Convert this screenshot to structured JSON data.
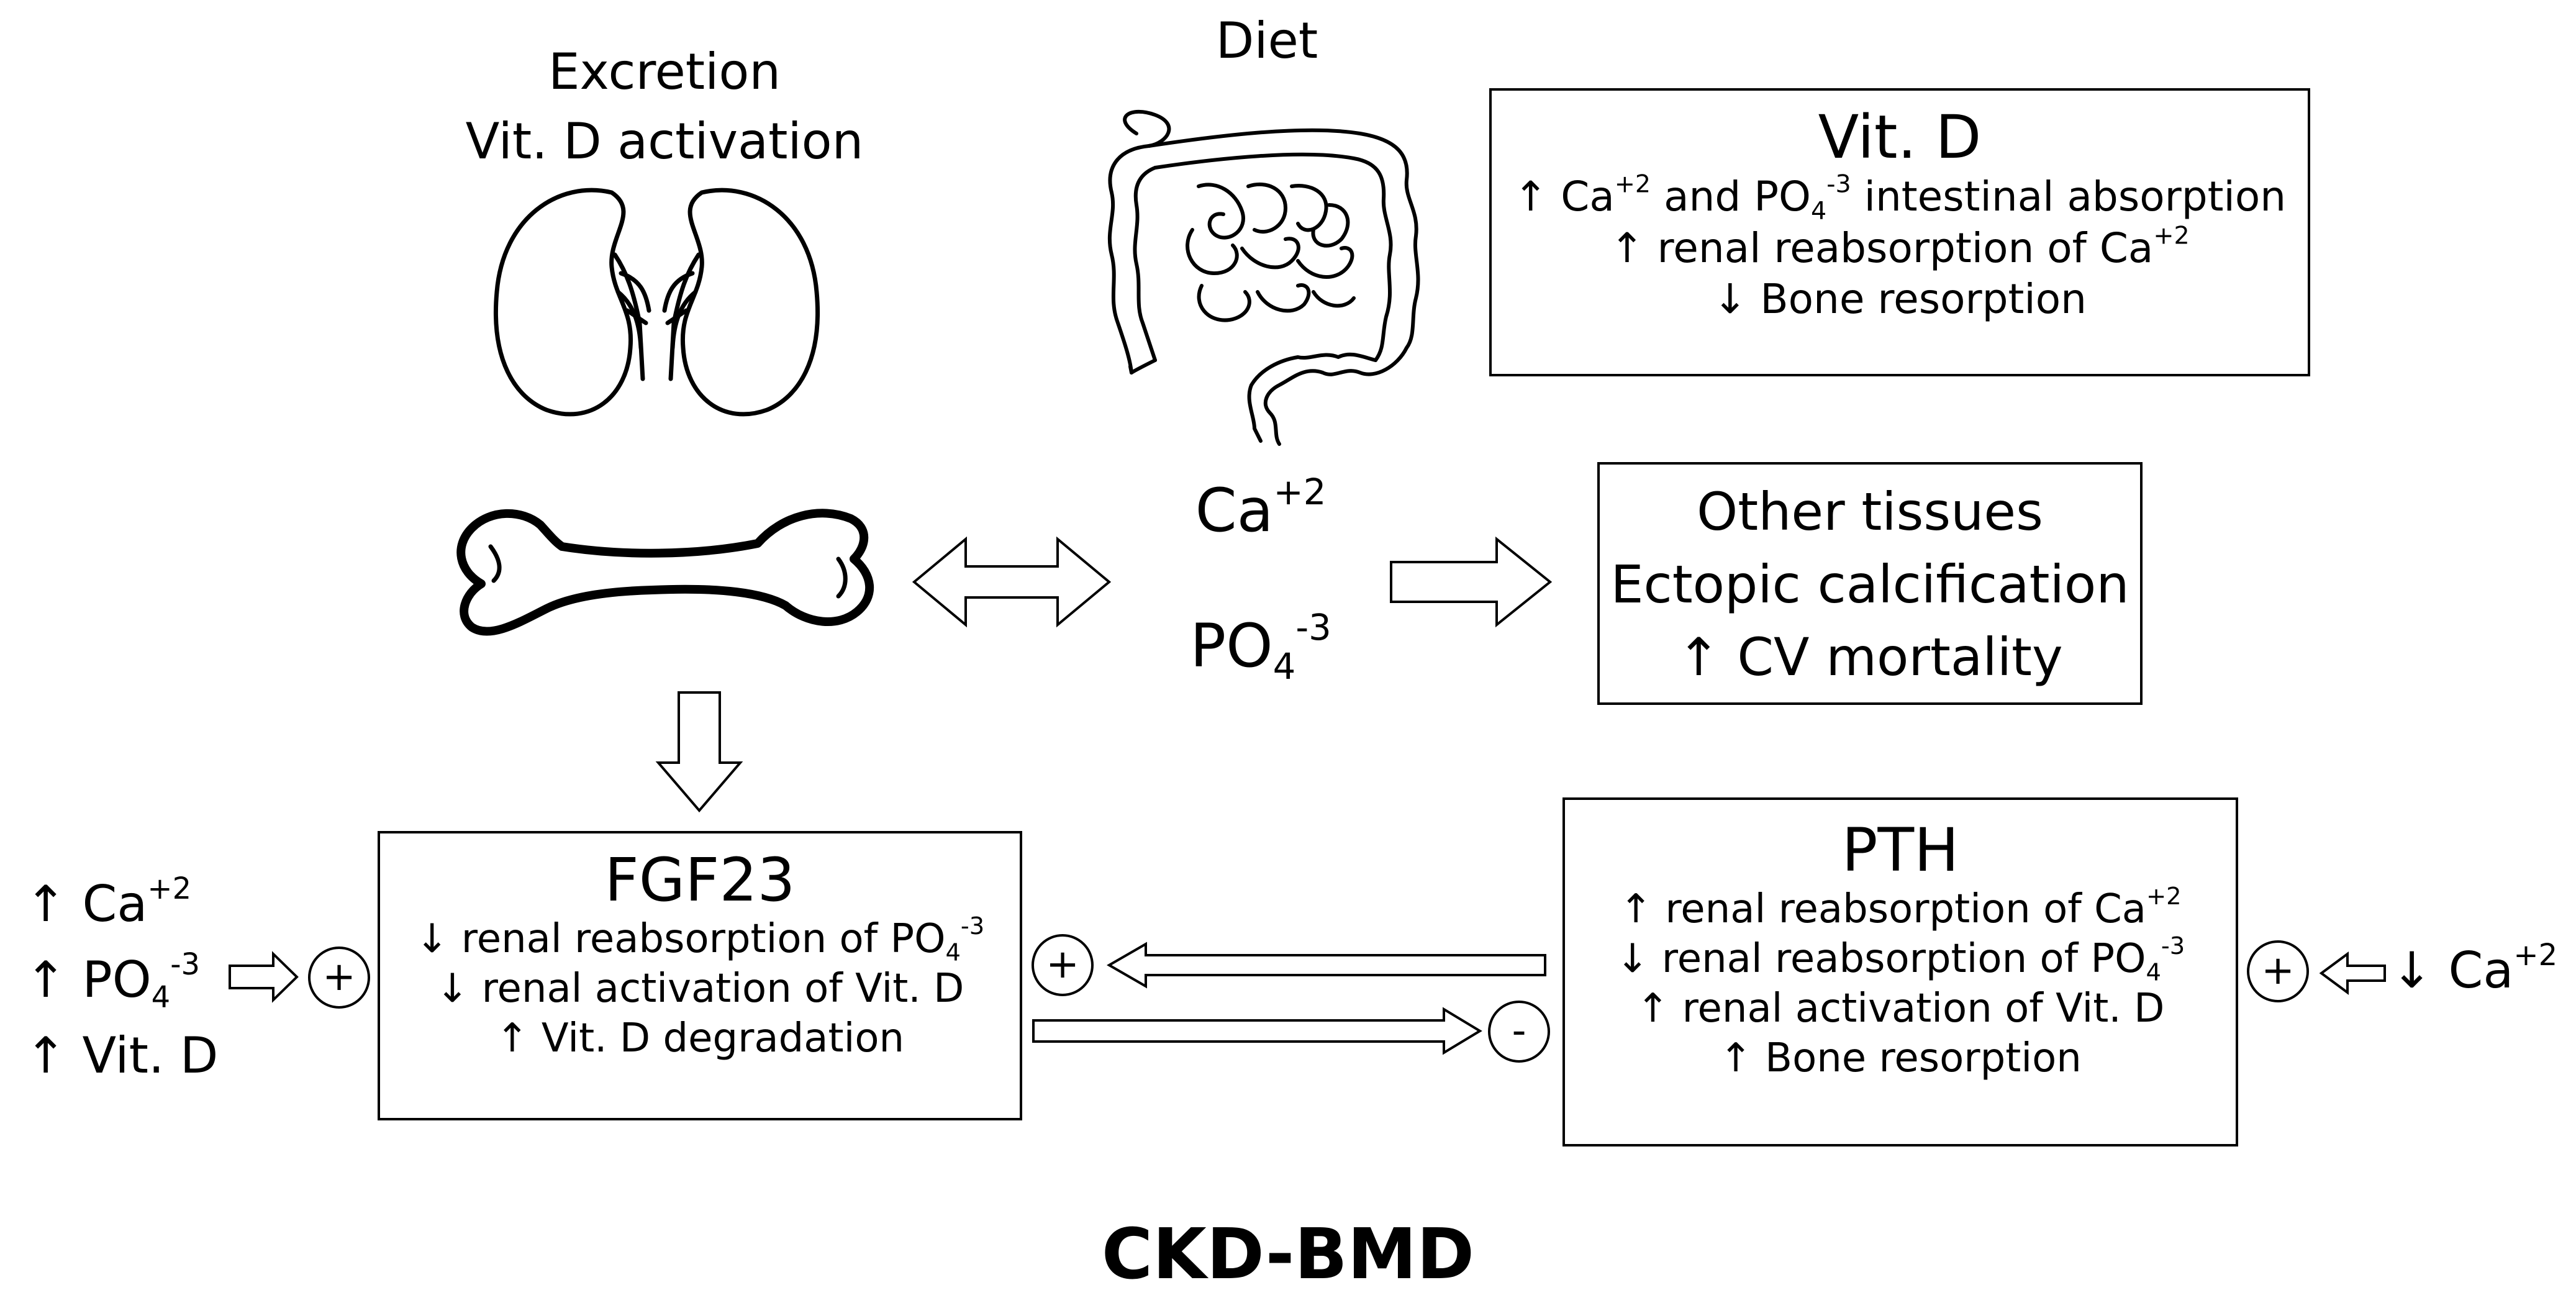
{
  "organs": {
    "kidney_label_1": "Excretion",
    "kidney_label_2": "Vit. D activation",
    "diet_label": "Diet"
  },
  "minerals": {
    "ca": "Ca",
    "ca_charge": "+2",
    "po": "PO",
    "po_sub": "4",
    "po_charge": "-3"
  },
  "vitd_box": {
    "title": "Vit. D",
    "line1_a": "↑ Ca",
    "line1_a_sup": "+2",
    "line1_b": " and PO",
    "line1_b_sub": "4",
    "line1_b_sup": "-3",
    "line1_c": " intestinal absorption",
    "line2_a": "↑ renal reabsorption of Ca",
    "line2_sup": "+2",
    "line3": "↓ Bone resorption"
  },
  "tissues_box": {
    "line1": "Other tissues",
    "line2": "Ectopic calcification",
    "line3": "↑ CV mortality"
  },
  "fgf23_box": {
    "title": "FGF23",
    "line1_a": "↓ renal reabsorption of PO",
    "line1_sub": "4",
    "line1_sup": "-3",
    "line2": "↓ renal activation of Vit. D",
    "line3": "↑ Vit. D degradation"
  },
  "pth_box": {
    "title": "PTH",
    "line1_a": "↑ renal reabsorption of Ca",
    "line1_sup": "+2",
    "line2_a": "↓ renal reabsorption of PO",
    "line2_sub": "4",
    "line2_sup": "-3",
    "line3": "↑ renal activation of Vit. D",
    "line4": "↑ Bone resorption"
  },
  "left_inputs": {
    "ca_a": "↑ Ca",
    "ca_sup": "+2",
    "po_a": "↑ PO",
    "po_sub": "4",
    "po_sup": "-3",
    "vitd": "↑ Vit. D"
  },
  "right_input": {
    "ca_a": "↓ Ca",
    "ca_sup": "+2"
  },
  "signs": {
    "plus": "+",
    "minus": "-"
  },
  "footer": {
    "title": "CKD-BMD"
  }
}
